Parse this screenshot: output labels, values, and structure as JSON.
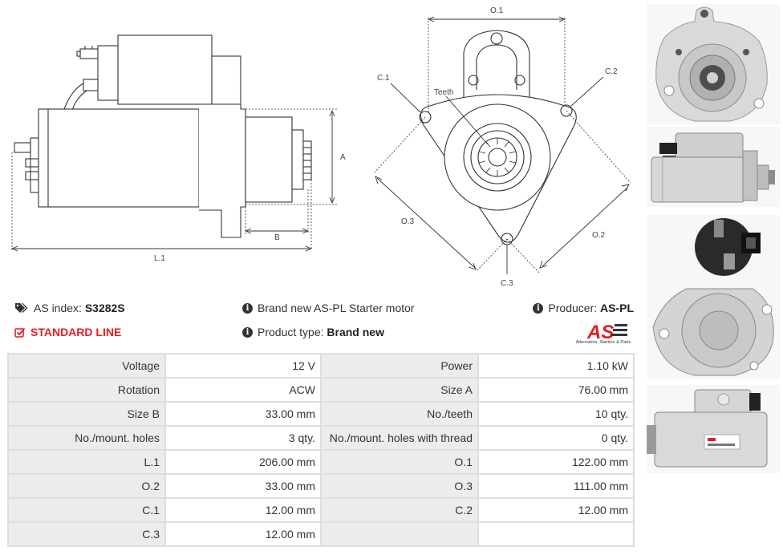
{
  "diagram_labels": {
    "side": {
      "A": "A",
      "B": "B",
      "L1": "L.1"
    },
    "front": {
      "O1": "O.1",
      "C1": "C.1",
      "C2": "C.2",
      "teeth": "Teeth",
      "O3": "O.3",
      "O2": "O.2",
      "C3": "C.3"
    }
  },
  "info": {
    "as_index_label": "AS index:",
    "as_index_value": "S3282S",
    "standard_line": "STANDARD LINE",
    "brand_text": "Brand new AS-PL Starter motor",
    "product_type_label": "Product type:",
    "product_type_value": "Brand new",
    "producer_label": "Producer:",
    "producer_value": "AS-PL"
  },
  "logo": {
    "text": "AS",
    "subtitle": "Alternators, Starters & Parts"
  },
  "specs": {
    "rows": [
      [
        {
          "label": "Voltage",
          "value": "12 V"
        },
        {
          "label": "Power",
          "value": "1.10 kW"
        }
      ],
      [
        {
          "label": "Rotation",
          "value": "ACW"
        },
        {
          "label": "Size A",
          "value": "76.00 mm"
        }
      ],
      [
        {
          "label": "Size B",
          "value": "33.00 mm"
        },
        {
          "label": "No./teeth",
          "value": "10 qty."
        }
      ],
      [
        {
          "label": "No./mount. holes",
          "value": "3 qty."
        },
        {
          "label": "No./mount. holes with thread",
          "value": "0 qty."
        }
      ],
      [
        {
          "label": "L.1",
          "value": "206.00 mm"
        },
        {
          "label": "O.1",
          "value": "122.00 mm"
        }
      ],
      [
        {
          "label": "O.2",
          "value": "33.00 mm"
        },
        {
          "label": "O.3",
          "value": "111.00 mm"
        }
      ],
      [
        {
          "label": "C.1",
          "value": "12.00 mm"
        },
        {
          "label": "C.2",
          "value": "12.00 mm"
        }
      ],
      [
        {
          "label": "C.3",
          "value": "12.00 mm"
        },
        {
          "label": "",
          "value": ""
        }
      ]
    ]
  },
  "colors": {
    "accent_red": "#e31e24",
    "label_bg": "#ececec",
    "border": "#dedede",
    "text": "#333333"
  },
  "icons": {
    "tag": "tags-icon",
    "check": "check-square-icon",
    "info": "info-circle-icon"
  }
}
